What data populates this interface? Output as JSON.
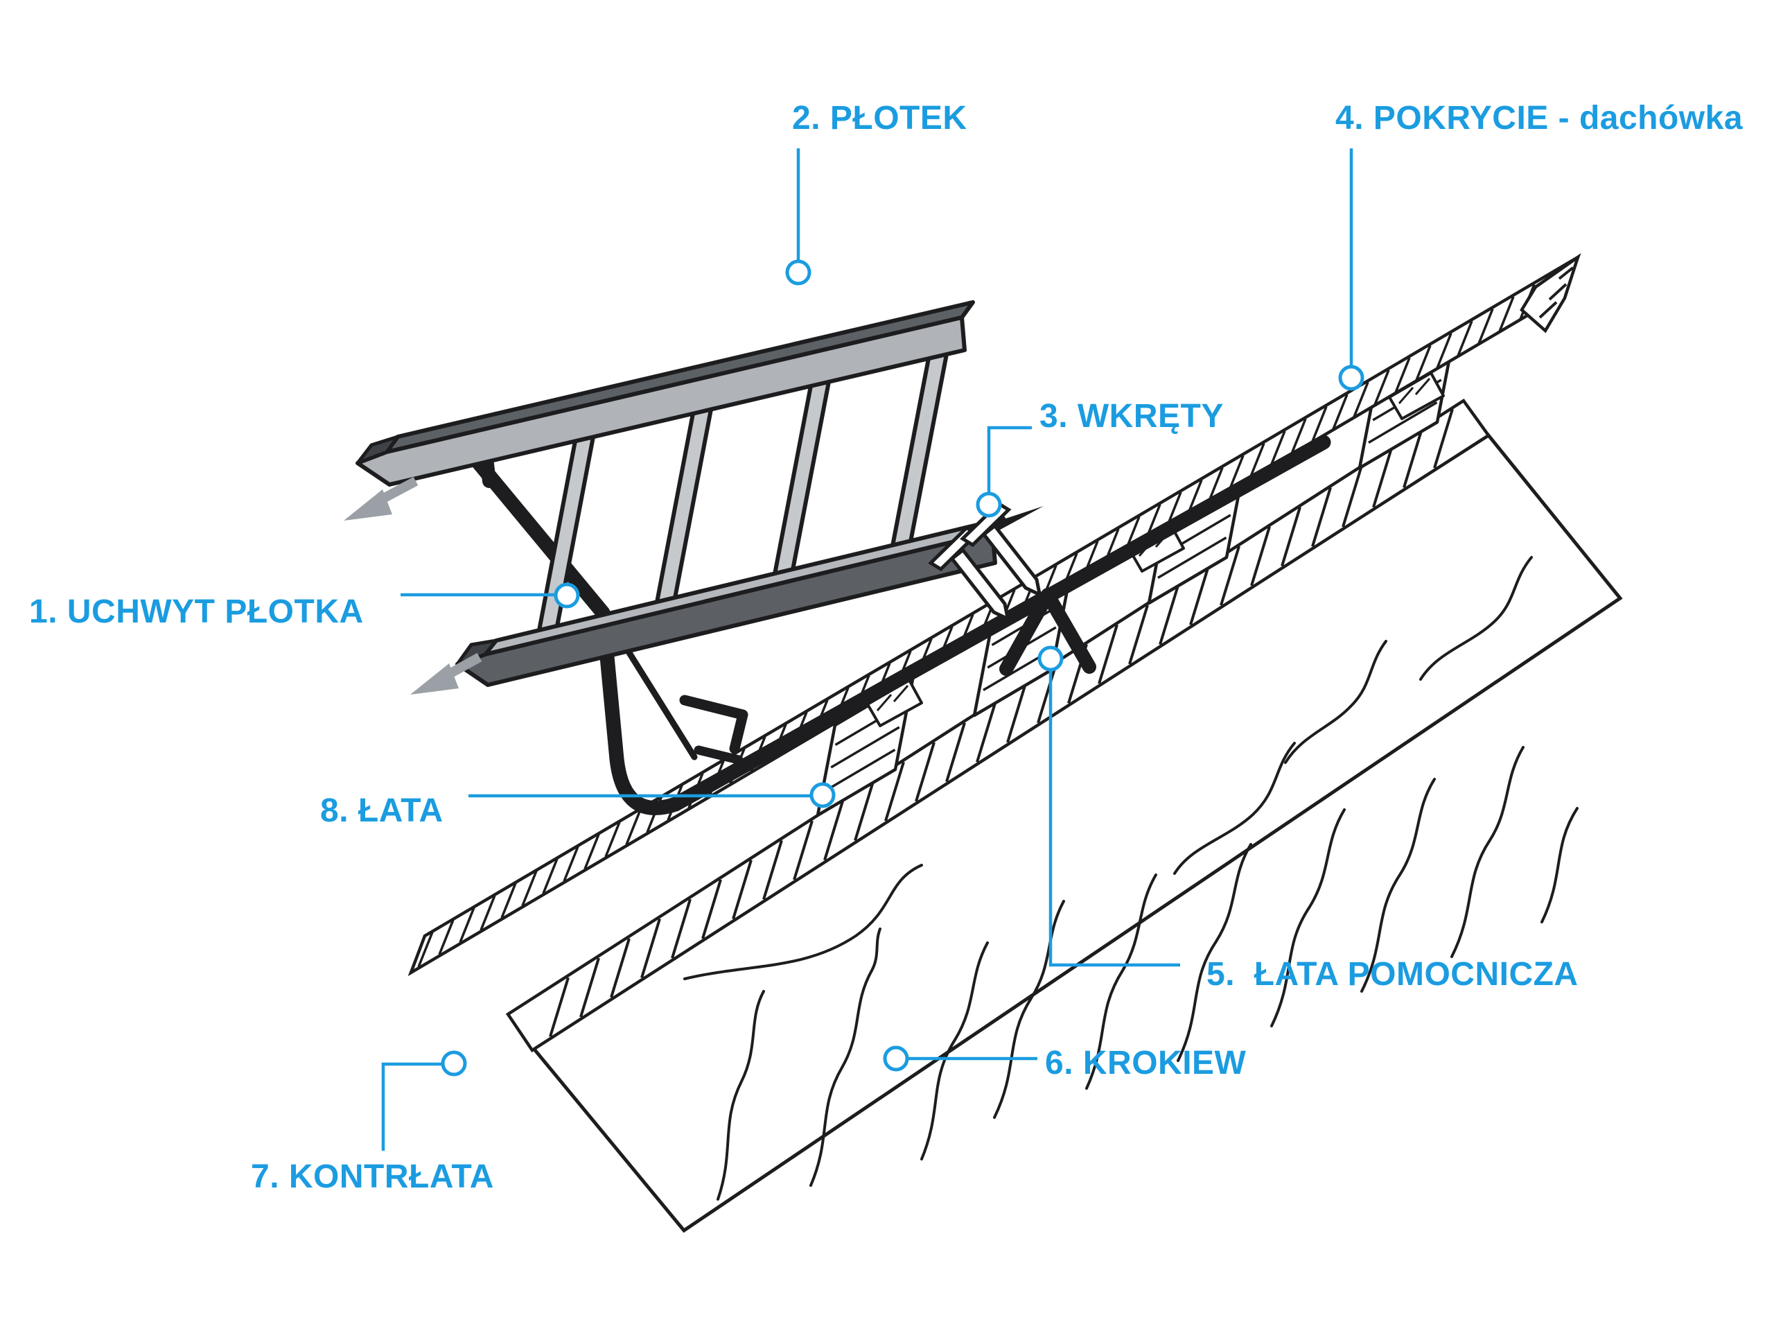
{
  "page": {
    "background": "#ffffff"
  },
  "colors": {
    "accent_blue": "#1b9ce0",
    "line_black": "#1d1d1f",
    "rail_top": "#5c6165",
    "rail_front": "#b0b4b8",
    "rail_cap_dark": "#3f4347",
    "rung_fill": "#c6c9cc",
    "bottom_rail_top": "#b4b8bc",
    "bottom_rail_front": "#5c6064",
    "arrow_gray": "#9aa0a5"
  },
  "labels": [
    {
      "id": 1,
      "text": "1. UCHWYT PŁOTKA"
    },
    {
      "id": 2,
      "text": "2. PŁOTEK"
    },
    {
      "id": 3,
      "text": "3. WKRĘTY"
    },
    {
      "id": 4,
      "text": "4. POKRYCIE - dachówka"
    },
    {
      "id": 5,
      "text": "5.  ŁATA POMOCNICZA"
    },
    {
      "id": 6,
      "text": "6. KROKIEW"
    },
    {
      "id": 7,
      "text": "7. KONTRŁATA"
    },
    {
      "id": 8,
      "text": "8. ŁATA"
    }
  ]
}
